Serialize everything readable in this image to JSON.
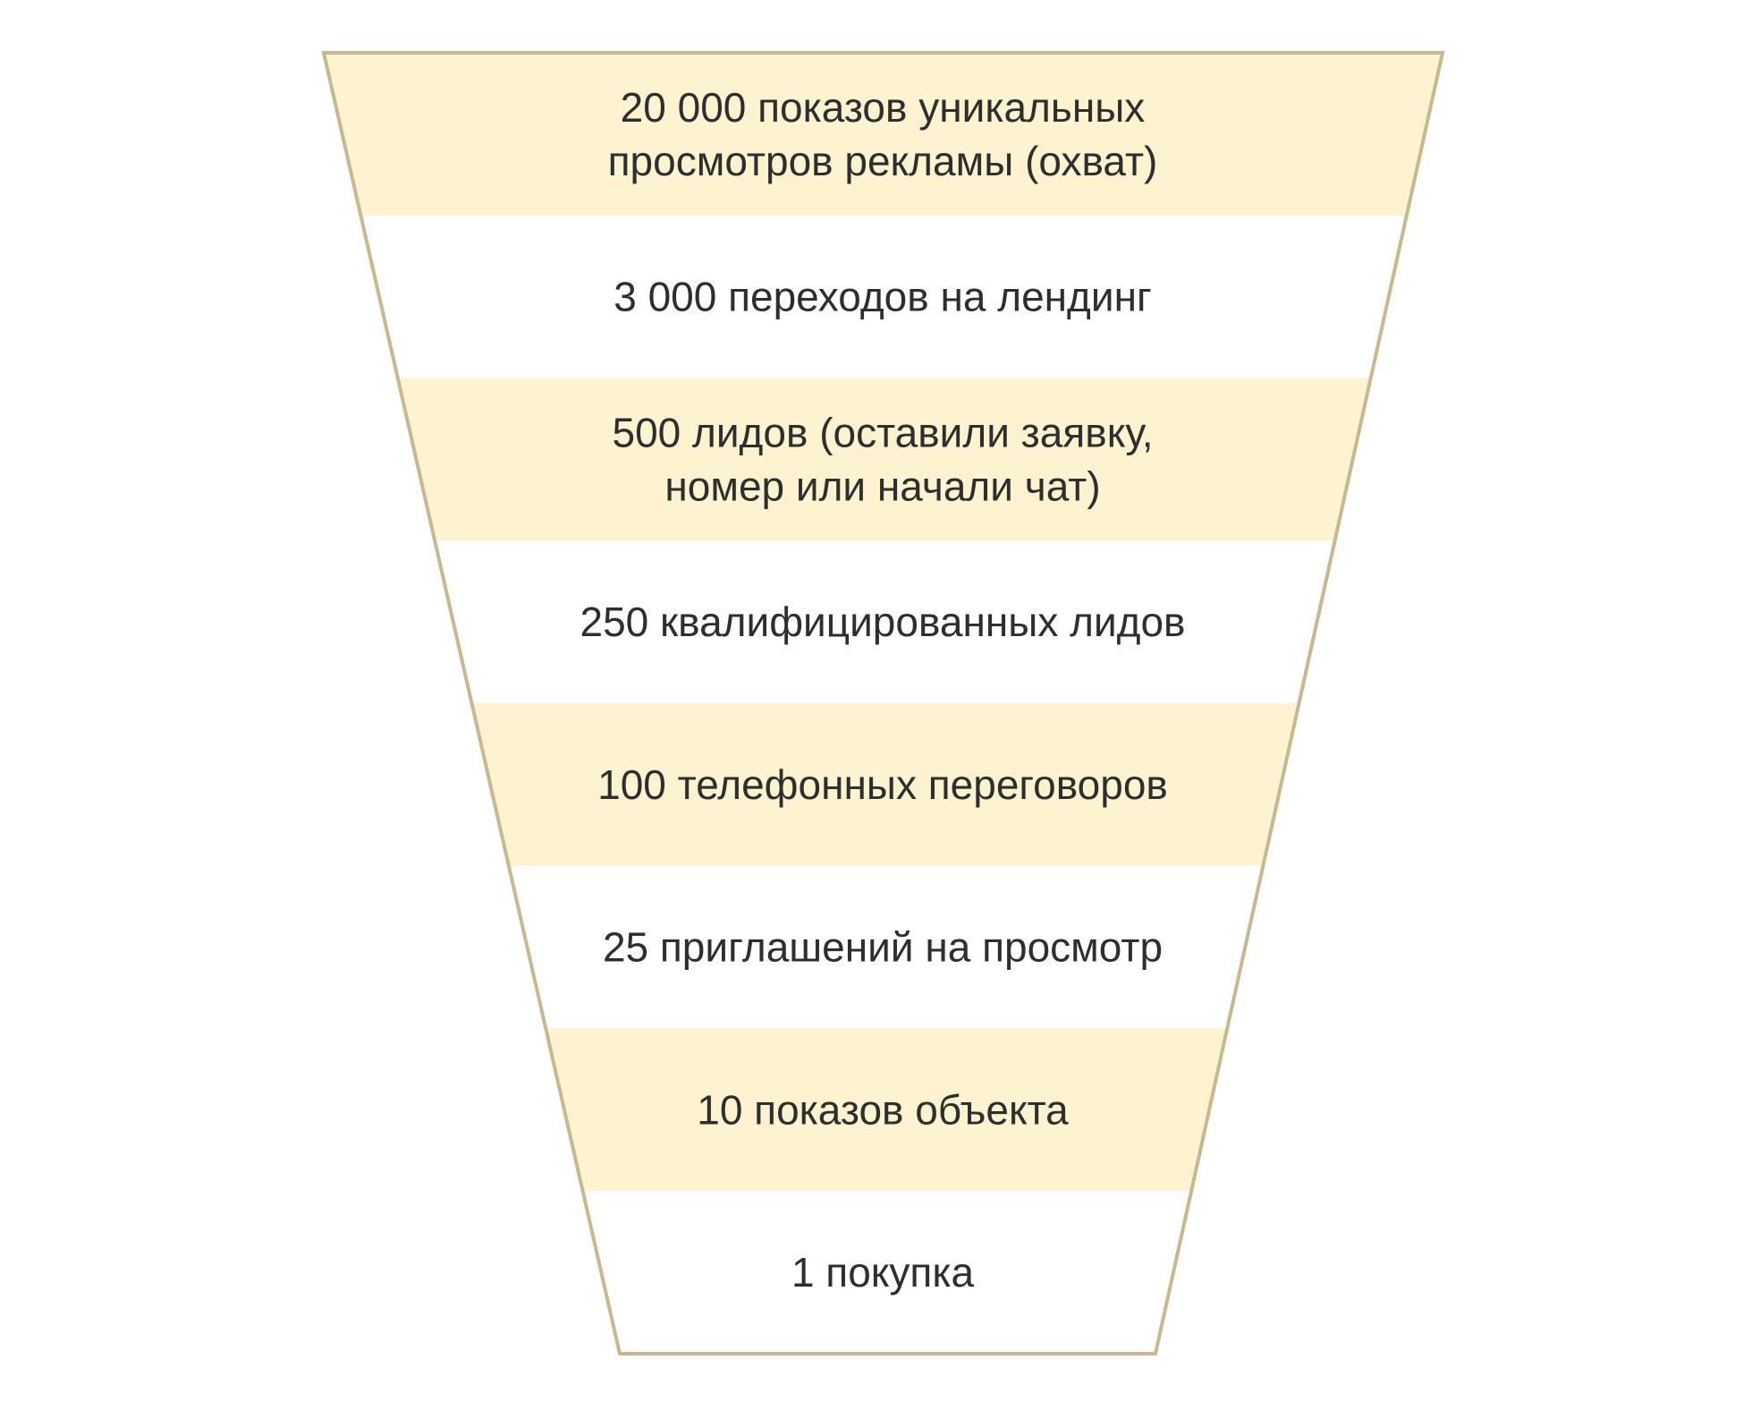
{
  "funnel": {
    "colors": {
      "band": "#fdf3d0",
      "background": "#ffffff",
      "outline": "#c8b88e",
      "text": "#2e2e2e"
    },
    "stages": [
      {
        "lines": [
          "20 000 показов уникальных",
          "просмотров рекламы (охват)"
        ],
        "shaded": true
      },
      {
        "lines": [
          "3 000 переходов на лендинг"
        ],
        "shaded": false
      },
      {
        "lines": [
          "500 лидов (оставили заявку,",
          "номер или начали чат)"
        ],
        "shaded": true
      },
      {
        "lines": [
          "250 квалифицированных лидов"
        ],
        "shaded": false
      },
      {
        "lines": [
          "100 телефонных переговоров"
        ],
        "shaded": true
      },
      {
        "lines": [
          "25 приглашений на просмотр"
        ],
        "shaded": false
      },
      {
        "lines": [
          "10 показов объекта"
        ],
        "shaded": true
      },
      {
        "lines": [
          "1 покупка"
        ],
        "shaded": false
      }
    ]
  }
}
